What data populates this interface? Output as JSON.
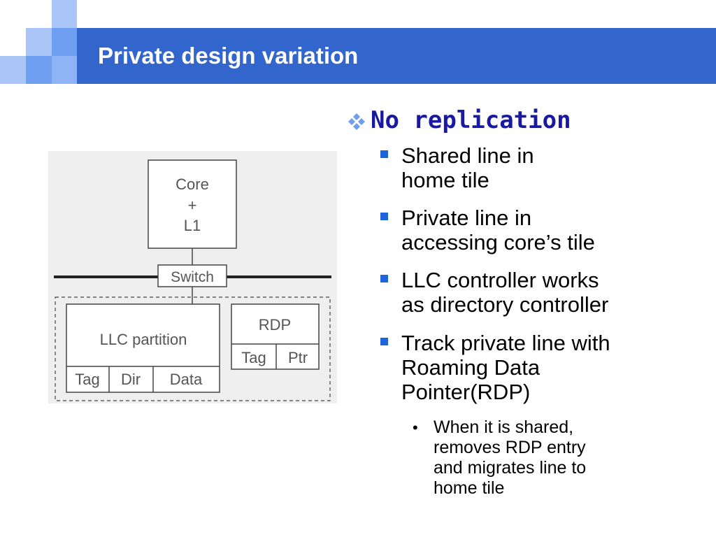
{
  "title": "Private design variation",
  "colors": {
    "title_bar": "#3366cc",
    "accent_square_light": "#8fb4f5",
    "accent_square_mid": "#5b8ee8",
    "heading_text": "#1a1aa0",
    "bullet_square": "#1e64dc"
  },
  "diagram": {
    "core_lines": [
      "Core",
      "+",
      "L1"
    ],
    "switch": "Switch",
    "llc_partition": "LLC partition",
    "llc_fields": [
      "Tag",
      "Dir",
      "Data"
    ],
    "rdp": "RDP",
    "rdp_fields": [
      "Tag",
      "Ptr"
    ]
  },
  "bullets": {
    "heading": "No replication",
    "heading_icon": "diamond-cluster-icon",
    "items": [
      {
        "lines": [
          "Shared line in",
          "home tile"
        ]
      },
      {
        "lines": [
          "Private line in",
          "accessing core’s tile"
        ]
      },
      {
        "lines": [
          "LLC controller works",
          "as directory controller"
        ]
      },
      {
        "lines": [
          "Track private line  with",
          "Roaming Data",
          "Pointer(RDP)"
        ]
      }
    ],
    "sub_items": [
      {
        "lines": [
          "When it is shared,",
          "removes RDP entry",
          "and migrates line to",
          "home tile"
        ]
      }
    ]
  }
}
